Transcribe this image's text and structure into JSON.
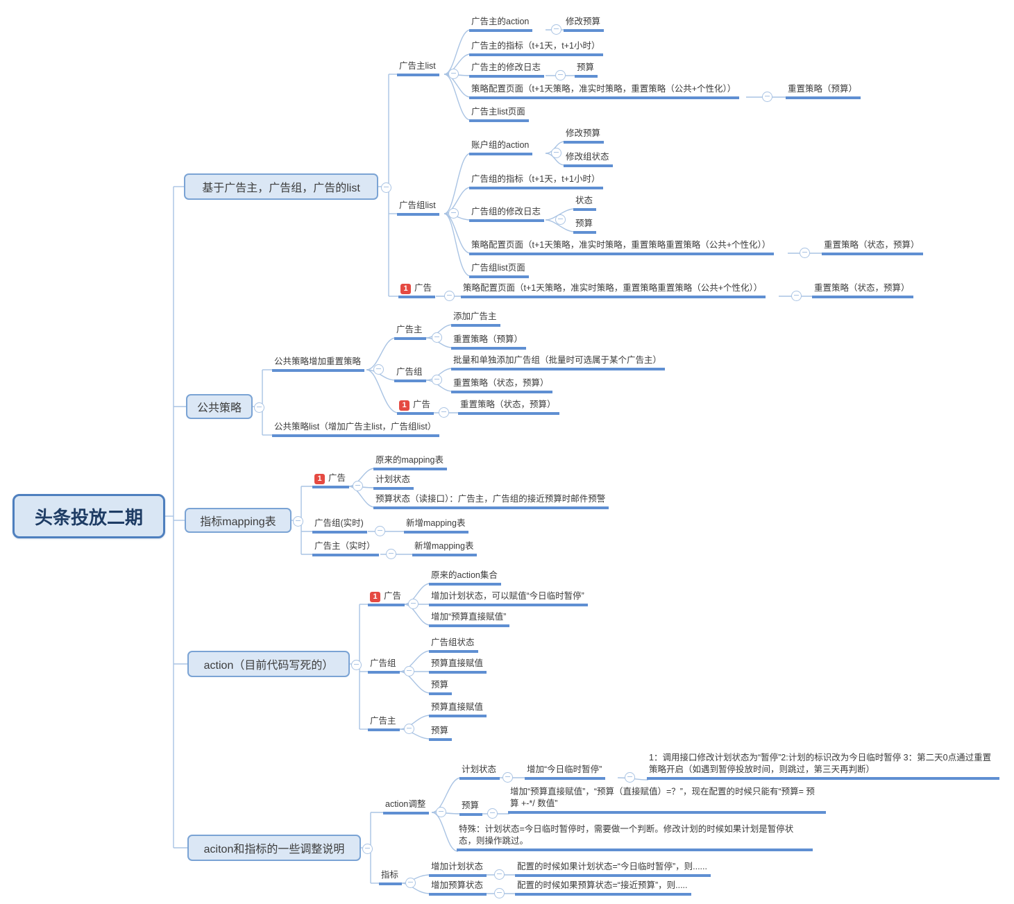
{
  "root": {
    "label": "头条投放二期"
  },
  "badge_label": "1",
  "branches": [
    {
      "label": "基于广告主，广告组，广告的list",
      "children": [
        {
          "label": "广告主list",
          "children": [
            {
              "label": "广告主的action",
              "children": [
                {
                  "label": "修改预算"
                }
              ]
            },
            {
              "label": "广告主的指标（t+1天，t+1小时）"
            },
            {
              "label": "广告主的修改日志",
              "children": [
                {
                  "label": "预算"
                }
              ]
            },
            {
              "label": "策略配置页面（t+1天策略，准实时策略，重置策略（公共+个性化））",
              "children": [
                {
                  "label": "重置策略（预算）"
                }
              ]
            },
            {
              "label": "广告主list页面"
            }
          ]
        },
        {
          "label": "广告组list",
          "children": [
            {
              "label": "账户组的action",
              "children": [
                {
                  "label": "修改预算"
                },
                {
                  "label": "修改组状态"
                }
              ]
            },
            {
              "label": "广告组的指标（t+1天，t+1小时）"
            },
            {
              "label": "广告组的修改日志",
              "children": [
                {
                  "label": "状态"
                },
                {
                  "label": "预算"
                }
              ]
            },
            {
              "label": "策略配置页面（t+1天策略，准实时策略，重置策略重置策略（公共+个性化））",
              "children": [
                {
                  "label": "重置策略（状态，预算）"
                }
              ]
            },
            {
              "label": "广告组list页面"
            }
          ]
        },
        {
          "label": "广告",
          "badge": "1",
          "children": [
            {
              "label": "策略配置页面（t+1天策略，准实时策略，重置策略重置策略（公共+个性化））",
              "children": [
                {
                  "label": "重置策略（状态，预算）"
                }
              ]
            }
          ]
        }
      ]
    },
    {
      "label": "公共策略",
      "children": [
        {
          "label": "公共策略增加重置策略",
          "children": [
            {
              "label": "广告主",
              "children": [
                {
                  "label": "添加广告主"
                },
                {
                  "label": "重置策略（预算）"
                }
              ]
            },
            {
              "label": "广告组",
              "children": [
                {
                  "label": "批量和单独添加广告组（批量时可选属于某个广告主）"
                },
                {
                  "label": "重置策略（状态，预算）"
                }
              ]
            },
            {
              "label": "广告",
              "badge": "1",
              "children": [
                {
                  "label": "重置策略（状态，预算）"
                }
              ]
            }
          ]
        },
        {
          "label": "公共策略list（增加广告主list，广告组list）"
        }
      ]
    },
    {
      "label": "指标mapping表",
      "children": [
        {
          "label": "广告",
          "badge": "1",
          "children": [
            {
              "label": "原来的mapping表"
            },
            {
              "label": "计划状态"
            },
            {
              "label": "预算状态（读接口）：广告主，广告组的接近预算时邮件预警"
            }
          ]
        },
        {
          "label": "广告组(实时)",
          "children": [
            {
              "label": "新增mapping表"
            }
          ]
        },
        {
          "label": "广告主（实时）",
          "children": [
            {
              "label": "新增mapping表"
            }
          ]
        }
      ]
    },
    {
      "label": "action（目前代码写死的）",
      "children": [
        {
          "label": "广告",
          "badge": "1",
          "children": [
            {
              "label": "原来的action集合"
            },
            {
              "label": "增加计划状态，可以赋值“今日临时暂停”"
            },
            {
              "label": "增加“预算直接赋值”"
            }
          ]
        },
        {
          "label": "广告组",
          "children": [
            {
              "label": "广告组状态"
            },
            {
              "label": "预算直接赋值"
            },
            {
              "label": "预算"
            }
          ]
        },
        {
          "label": "广告主",
          "children": [
            {
              "label": "预算直接赋值"
            },
            {
              "label": "预算"
            }
          ]
        }
      ]
    },
    {
      "label": "aciton和指标的一些调整说明",
      "children": [
        {
          "label": "action调整",
          "children": [
            {
              "label": "计划状态",
              "children": [
                {
                  "label": "增加“今日临时暂停”",
                  "children": [
                    {
                      "label": "1：调用接口修改计划状态为“暂停”2:计划的标识改为今日临时暂停 3：第二天0点通过重置策略开启（如遇到暂停投放时间，则跳过，第三天再判断）"
                    }
                  ]
                }
              ]
            },
            {
              "label": "预算",
              "children": [
                {
                  "label": "增加“预算直接赋值”，“预算（直接赋值）=？”，现在配置的时候只能有“预算= 预算 +-*/ 数值”"
                }
              ]
            },
            {
              "label": "特殊：计划状态=今日临时暂停时，需要做一个判断。修改计划的时候如果计划是暂停状态，则操作跳过。"
            }
          ]
        },
        {
          "label": "指标",
          "children": [
            {
              "label": "增加计划状态",
              "children": [
                {
                  "label": "配置的时候如果计划状态=“今日临时暂停”，则......"
                }
              ]
            },
            {
              "label": "增加预算状态",
              "children": [
                {
                  "label": "配置的时候如果预算状态=“接近预算”，则....."
                }
              ]
            }
          ]
        }
      ]
    }
  ]
}
